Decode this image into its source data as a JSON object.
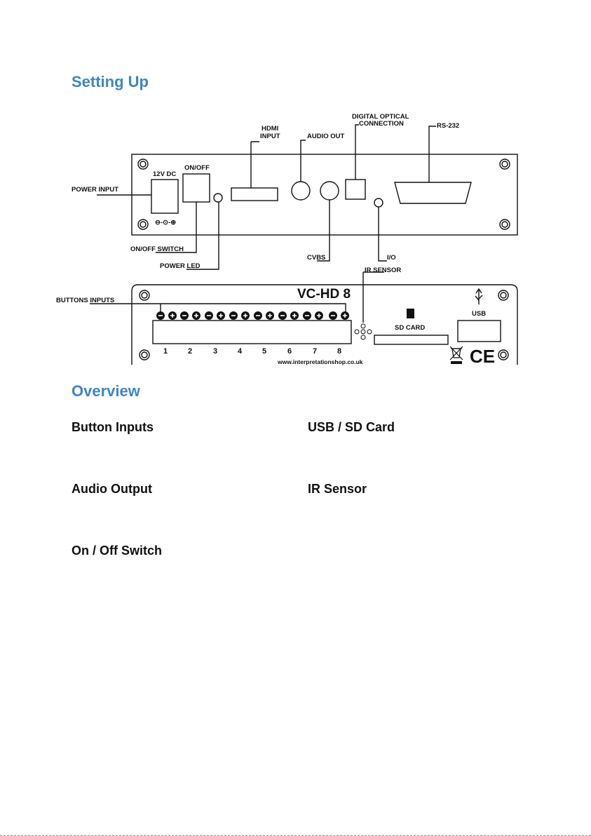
{
  "headings": {
    "setting_up": "Setting Up",
    "overview": "Overview"
  },
  "rear_panel": {
    "power_input": "POWER INPUT",
    "dc_label": "12V DC",
    "on_off": "ON/OFF",
    "on_off_switch": "ON/OFF SWITCH",
    "power_led": "POWER LED",
    "hdmi_line1": "HDMI",
    "hdmi_line2": "INPUT",
    "audio_out": "AUDIO OUT",
    "optical_line1": "DIGITAL OPTICAL",
    "optical_line2": "CONNECTION",
    "rs232": "RS-232",
    "cvbs": "CVBS",
    "io": "I/O",
    "polarity_symbol": "⊖-⊙-⊕"
  },
  "front_panel": {
    "ir_sensor": "IR SENSOR",
    "buttons_inputs": "BUTTONS INPUTS",
    "model": "VC-HD 8",
    "sd_card": "SD CARD",
    "usb": "USB",
    "button_numbers": [
      "1",
      "2",
      "3",
      "4",
      "5",
      "6",
      "7",
      "8"
    ],
    "website": "www.interpretationshop.co.uk",
    "ce_mark": "CE"
  },
  "overview": {
    "button_inputs": "Button Inputs",
    "usb_sd_card": "USB / SD Card",
    "audio_output": "Audio Output",
    "ir_sensor": "IR Sensor",
    "on_off_switch": "On / Off Switch"
  }
}
